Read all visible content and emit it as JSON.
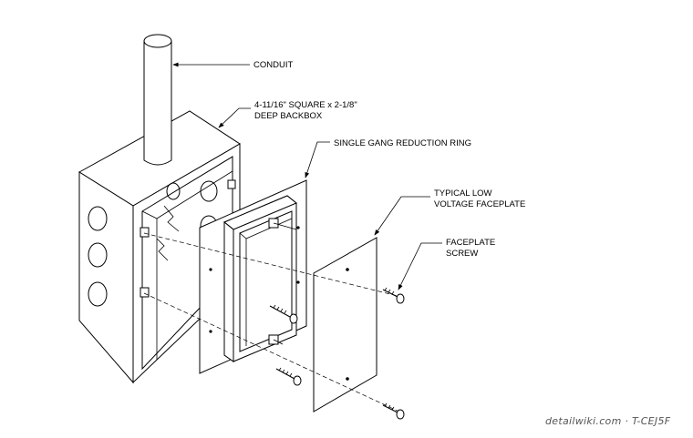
{
  "callouts": {
    "conduit": "CONDUIT",
    "backbox_line1": "4-11/16\" SQUARE x 2-1/8\"",
    "backbox_line2": "DEEP BACKBOX",
    "ring": "SINGLE GANG REDUCTION RING",
    "faceplate_line1": "TYPICAL LOW",
    "faceplate_line2": "VOLTAGE FACEPLATE",
    "screw_line1": "FACEPLATE",
    "screw_line2": "SCREW"
  },
  "footer": {
    "credit": "detailwiki.com · T-CEJ5F"
  }
}
